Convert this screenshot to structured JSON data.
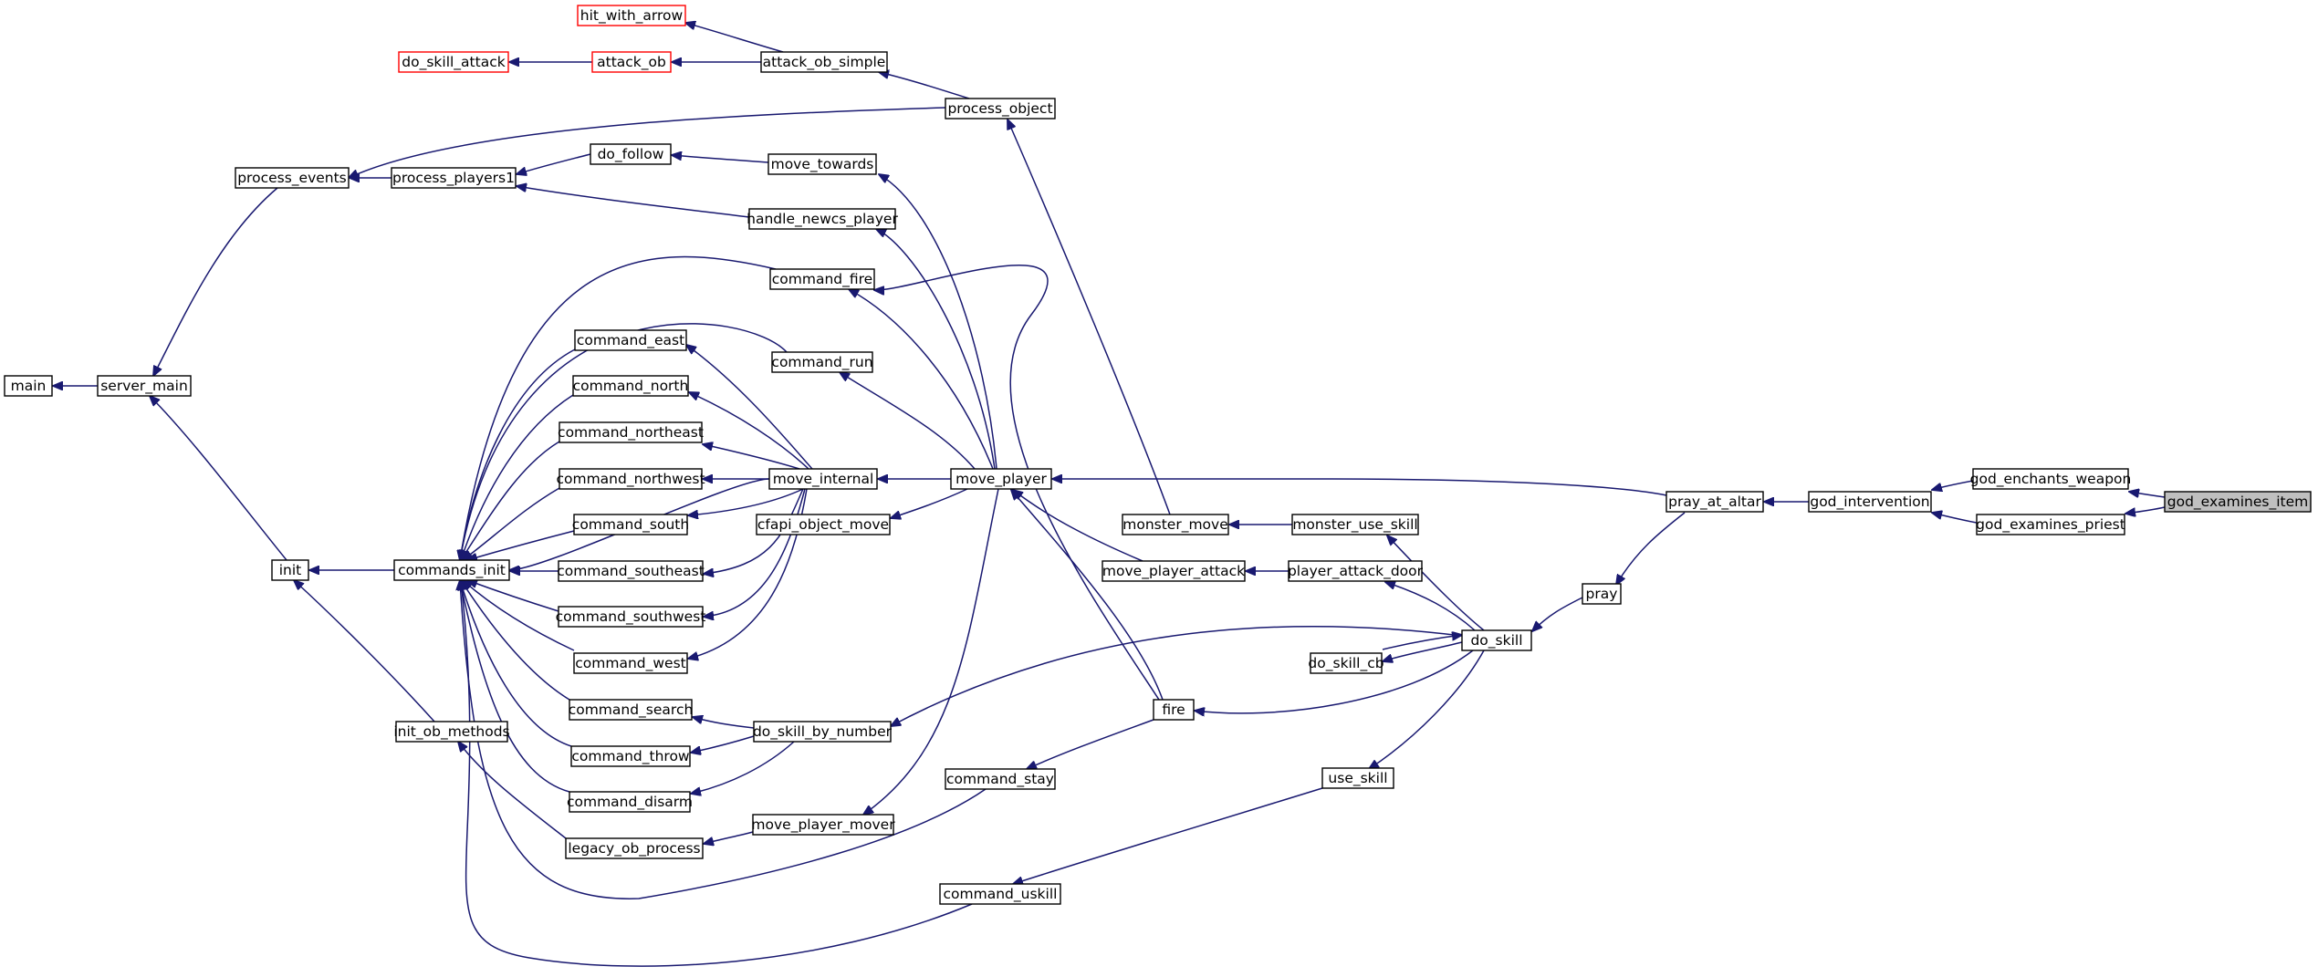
{
  "graph": {
    "type": "caller-graph",
    "direction": "right-to-left",
    "colors": {
      "edge": "#191970",
      "node_border": "#000000",
      "node_fill": "#ffffff",
      "focus_fill": "#bfbfbf",
      "truncated_border": "#ff0000"
    },
    "nodes": [
      {
        "id": "god_examines_item",
        "label": "god_examines_item",
        "focus": true
      },
      {
        "id": "god_enchants_weapon",
        "label": "god_enchants_weapon"
      },
      {
        "id": "god_examines_priest",
        "label": "god_examines_priest"
      },
      {
        "id": "god_intervention",
        "label": "god_intervention"
      },
      {
        "id": "pray_at_altar",
        "label": "pray_at_altar"
      },
      {
        "id": "pray",
        "label": "pray"
      },
      {
        "id": "move_player",
        "label": "move_player"
      },
      {
        "id": "do_skill",
        "label": "do_skill"
      },
      {
        "id": "monster_use_skill",
        "label": "monster_use_skill"
      },
      {
        "id": "player_attack_door",
        "label": "player_attack_door"
      },
      {
        "id": "do_skill_cb",
        "label": "do_skill_cb"
      },
      {
        "id": "use_skill",
        "label": "use_skill"
      },
      {
        "id": "fire",
        "label": "fire"
      },
      {
        "id": "monster_move",
        "label": "monster_move"
      },
      {
        "id": "move_player_attack",
        "label": "move_player_attack"
      },
      {
        "id": "process_object",
        "label": "process_object"
      },
      {
        "id": "attack_ob_simple",
        "label": "attack_ob_simple"
      },
      {
        "id": "hit_with_arrow",
        "label": "hit_with_arrow",
        "truncated": true
      },
      {
        "id": "attack_ob",
        "label": "attack_ob",
        "truncated": true
      },
      {
        "id": "do_skill_attack",
        "label": "do_skill_attack",
        "truncated": true
      },
      {
        "id": "process_events",
        "label": "process_events"
      },
      {
        "id": "process_players1",
        "label": "process_players1"
      },
      {
        "id": "do_follow",
        "label": "do_follow"
      },
      {
        "id": "move_towards",
        "label": "move_towards"
      },
      {
        "id": "handle_newcs_player",
        "label": "handle_newcs_player"
      },
      {
        "id": "command_fire",
        "label": "command_fire"
      },
      {
        "id": "command_run",
        "label": "command_run"
      },
      {
        "id": "move_internal",
        "label": "move_internal"
      },
      {
        "id": "cfapi_object_move",
        "label": "cfapi_object_move"
      },
      {
        "id": "command_stay",
        "label": "command_stay"
      },
      {
        "id": "move_player_mover",
        "label": "move_player_mover"
      },
      {
        "id": "command_uskill",
        "label": "command_uskill"
      },
      {
        "id": "do_skill_by_number",
        "label": "do_skill_by_number"
      },
      {
        "id": "command_east",
        "label": "command_east"
      },
      {
        "id": "command_north",
        "label": "command_north"
      },
      {
        "id": "command_northeast",
        "label": "command_northeast"
      },
      {
        "id": "command_northwest",
        "label": "command_northwest"
      },
      {
        "id": "command_south",
        "label": "command_south"
      },
      {
        "id": "command_southeast",
        "label": "command_southeast"
      },
      {
        "id": "command_southwest",
        "label": "command_southwest"
      },
      {
        "id": "command_west",
        "label": "command_west"
      },
      {
        "id": "command_search",
        "label": "command_search"
      },
      {
        "id": "command_throw",
        "label": "command_throw"
      },
      {
        "id": "command_disarm",
        "label": "command_disarm"
      },
      {
        "id": "legacy_ob_process",
        "label": "legacy_ob_process"
      },
      {
        "id": "commands_init",
        "label": "commands_init"
      },
      {
        "id": "init_ob_methods",
        "label": "init_ob_methods"
      },
      {
        "id": "init",
        "label": "init"
      },
      {
        "id": "server_main",
        "label": "server_main"
      },
      {
        "id": "main",
        "label": "main"
      }
    ],
    "edges": [
      {
        "from": "god_examines_item",
        "to": "god_enchants_weapon"
      },
      {
        "from": "god_examines_item",
        "to": "god_examines_priest"
      },
      {
        "from": "god_enchants_weapon",
        "to": "god_intervention"
      },
      {
        "from": "god_examines_priest",
        "to": "god_intervention"
      },
      {
        "from": "god_intervention",
        "to": "pray_at_altar"
      },
      {
        "from": "pray_at_altar",
        "to": "move_player"
      },
      {
        "from": "pray_at_altar",
        "to": "pray"
      },
      {
        "from": "pray",
        "to": "do_skill"
      },
      {
        "from": "do_skill",
        "to": "monster_use_skill"
      },
      {
        "from": "do_skill",
        "to": "player_attack_door"
      },
      {
        "from": "do_skill",
        "to": "do_skill_cb"
      },
      {
        "from": "do_skill",
        "to": "do_skill_by_number"
      },
      {
        "from": "do_skill",
        "to": "fire"
      },
      {
        "from": "do_skill",
        "to": "use_skill"
      },
      {
        "from": "do_skill_cb",
        "to": "do_skill"
      },
      {
        "from": "monster_use_skill",
        "to": "monster_move"
      },
      {
        "from": "monster_move",
        "to": "process_object"
      },
      {
        "from": "player_attack_door",
        "to": "move_player_attack"
      },
      {
        "from": "move_player_attack",
        "to": "move_player"
      },
      {
        "from": "fire",
        "to": "move_player"
      },
      {
        "from": "fire",
        "to": "command_fire"
      },
      {
        "from": "fire",
        "to": "command_stay"
      },
      {
        "from": "use_skill",
        "to": "command_uskill"
      },
      {
        "from": "process_object",
        "to": "attack_ob_simple"
      },
      {
        "from": "process_object",
        "to": "process_events"
      },
      {
        "from": "attack_ob_simple",
        "to": "hit_with_arrow"
      },
      {
        "from": "attack_ob_simple",
        "to": "attack_ob"
      },
      {
        "from": "attack_ob",
        "to": "do_skill_attack"
      },
      {
        "from": "move_player",
        "to": "move_towards"
      },
      {
        "from": "move_player",
        "to": "handle_newcs_player"
      },
      {
        "from": "move_player",
        "to": "command_fire"
      },
      {
        "from": "move_player",
        "to": "command_run"
      },
      {
        "from": "move_player",
        "to": "move_internal"
      },
      {
        "from": "move_player",
        "to": "cfapi_object_move"
      },
      {
        "from": "move_player",
        "to": "move_player_mover"
      },
      {
        "from": "move_towards",
        "to": "do_follow"
      },
      {
        "from": "do_follow",
        "to": "process_players1"
      },
      {
        "from": "handle_newcs_player",
        "to": "process_players1"
      },
      {
        "from": "process_players1",
        "to": "process_events"
      },
      {
        "from": "process_events",
        "to": "server_main"
      },
      {
        "from": "server_main",
        "to": "main"
      },
      {
        "from": "move_internal",
        "to": "command_east"
      },
      {
        "from": "move_internal",
        "to": "command_north"
      },
      {
        "from": "move_internal",
        "to": "command_northeast"
      },
      {
        "from": "move_internal",
        "to": "command_northwest"
      },
      {
        "from": "move_internal",
        "to": "command_south"
      },
      {
        "from": "move_internal",
        "to": "command_southeast"
      },
      {
        "from": "move_internal",
        "to": "command_southwest"
      },
      {
        "from": "move_internal",
        "to": "command_west"
      },
      {
        "from": "move_internal",
        "to": "commands_init"
      },
      {
        "from": "do_skill_by_number",
        "to": "command_search"
      },
      {
        "from": "do_skill_by_number",
        "to": "command_throw"
      },
      {
        "from": "do_skill_by_number",
        "to": "command_disarm"
      },
      {
        "from": "move_player_mover",
        "to": "legacy_ob_process"
      },
      {
        "from": "legacy_ob_process",
        "to": "init_ob_methods"
      },
      {
        "from": "init_ob_methods",
        "to": "init"
      },
      {
        "from": "command_fire",
        "to": "commands_init"
      },
      {
        "from": "command_run",
        "to": "commands_init"
      },
      {
        "from": "command_east",
        "to": "commands_init"
      },
      {
        "from": "command_north",
        "to": "commands_init"
      },
      {
        "from": "command_northeast",
        "to": "commands_init"
      },
      {
        "from": "command_northwest",
        "to": "commands_init"
      },
      {
        "from": "command_south",
        "to": "commands_init"
      },
      {
        "from": "command_southeast",
        "to": "commands_init"
      },
      {
        "from": "command_southwest",
        "to": "commands_init"
      },
      {
        "from": "command_west",
        "to": "commands_init"
      },
      {
        "from": "command_search",
        "to": "commands_init"
      },
      {
        "from": "command_throw",
        "to": "commands_init"
      },
      {
        "from": "command_disarm",
        "to": "commands_init"
      },
      {
        "from": "command_stay",
        "to": "commands_init"
      },
      {
        "from": "command_uskill",
        "to": "commands_init"
      },
      {
        "from": "commands_init",
        "to": "init"
      },
      {
        "from": "init",
        "to": "server_main"
      }
    ]
  }
}
